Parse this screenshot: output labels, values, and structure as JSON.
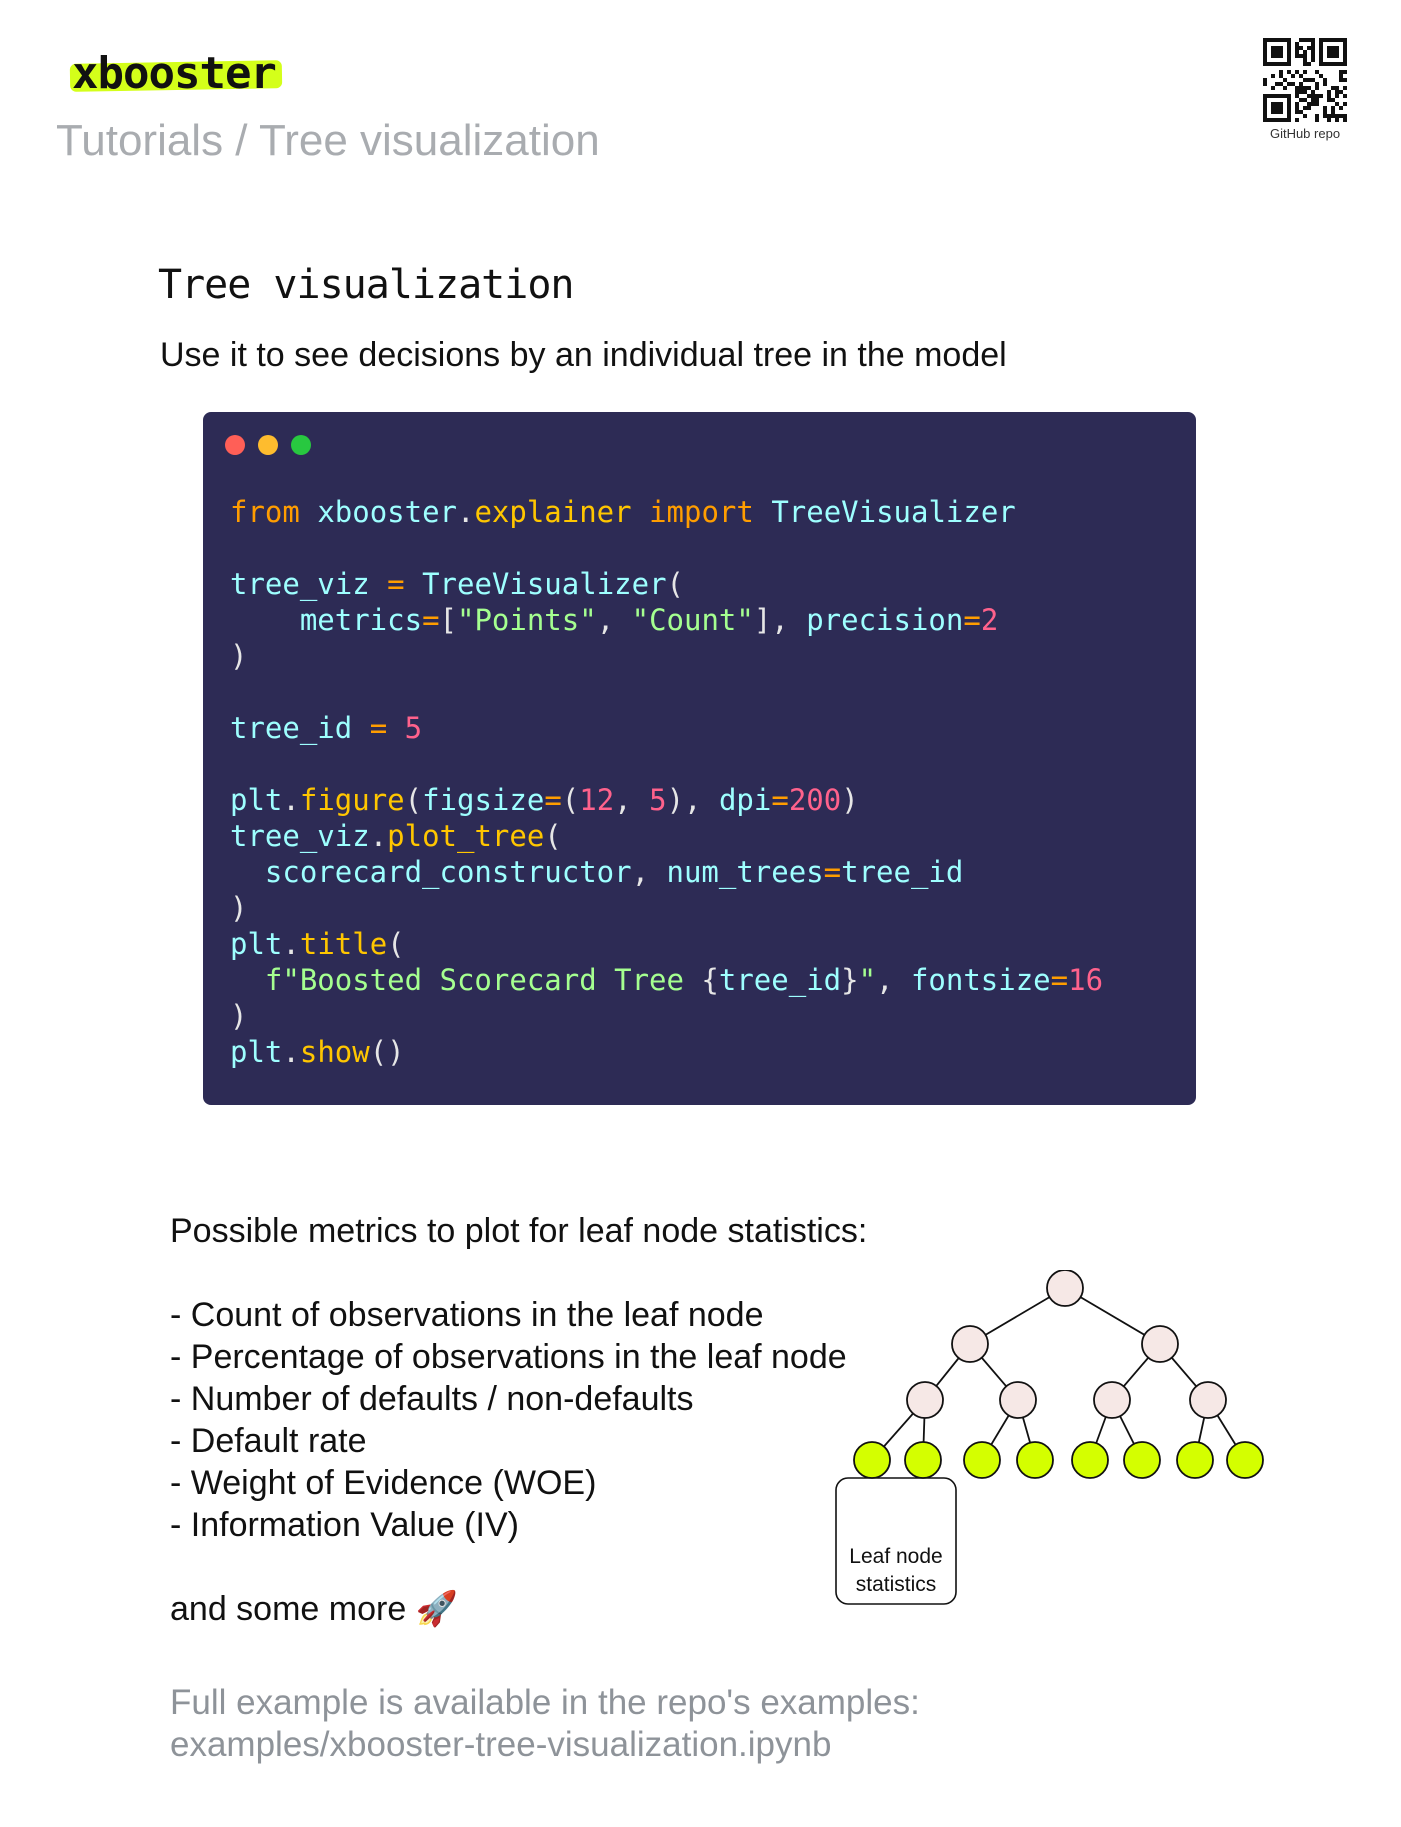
{
  "header": {
    "brand": "xbooster",
    "breadcrumb": "Tutorials / Tree visualization",
    "qr_label": "GitHub repo"
  },
  "title": "Tree visualization",
  "subtitle": "Use it to see decisions by an individual tree in the model",
  "code": {
    "lines": [
      [
        [
          "kw",
          "from"
        ],
        [
          "pu",
          " "
        ],
        [
          "id",
          "xbooster"
        ],
        [
          "pu",
          "."
        ],
        [
          "fn",
          "explainer"
        ],
        [
          "pu",
          " "
        ],
        [
          "kw",
          "import"
        ],
        [
          "pu",
          " "
        ],
        [
          "id",
          "TreeVisualizer"
        ]
      ],
      [],
      [
        [
          "id",
          "tree_viz"
        ],
        [
          "pu",
          " "
        ],
        [
          "op",
          "="
        ],
        [
          "pu",
          " "
        ],
        [
          "id",
          "TreeVisualizer"
        ],
        [
          "pu",
          "("
        ]
      ],
      [
        [
          "pu",
          "    "
        ],
        [
          "id",
          "metrics"
        ],
        [
          "op",
          "="
        ],
        [
          "pu",
          "["
        ],
        [
          "st",
          "\"Points\""
        ],
        [
          "pu",
          ", "
        ],
        [
          "st",
          "\"Count\""
        ],
        [
          "pu",
          "], "
        ],
        [
          "id",
          "precision"
        ],
        [
          "op",
          "="
        ],
        [
          "nu",
          "2"
        ]
      ],
      [
        [
          "pu",
          ")"
        ]
      ],
      [],
      [
        [
          "id",
          "tree_id"
        ],
        [
          "pu",
          " "
        ],
        [
          "op",
          "="
        ],
        [
          "pu",
          " "
        ],
        [
          "nu",
          "5"
        ]
      ],
      [],
      [
        [
          "id",
          "plt"
        ],
        [
          "pu",
          "."
        ],
        [
          "fn",
          "figure"
        ],
        [
          "pu",
          "("
        ],
        [
          "id",
          "figsize"
        ],
        [
          "op",
          "="
        ],
        [
          "pu",
          "("
        ],
        [
          "nu",
          "12"
        ],
        [
          "pu",
          ", "
        ],
        [
          "nu",
          "5"
        ],
        [
          "pu",
          "), "
        ],
        [
          "id",
          "dpi"
        ],
        [
          "op",
          "="
        ],
        [
          "nu",
          "200"
        ],
        [
          "pu",
          ")"
        ]
      ],
      [
        [
          "id",
          "tree_viz"
        ],
        [
          "pu",
          "."
        ],
        [
          "fn",
          "plot_tree"
        ],
        [
          "pu",
          "("
        ]
      ],
      [
        [
          "pu",
          "  "
        ],
        [
          "id",
          "scorecard_constructor"
        ],
        [
          "pu",
          ", "
        ],
        [
          "id",
          "num_trees"
        ],
        [
          "op",
          "="
        ],
        [
          "id",
          "tree_id"
        ]
      ],
      [
        [
          "pu",
          ")"
        ]
      ],
      [
        [
          "id",
          "plt"
        ],
        [
          "pu",
          "."
        ],
        [
          "fn",
          "title"
        ],
        [
          "pu",
          "("
        ]
      ],
      [
        [
          "pu",
          "  "
        ],
        [
          "st",
          "f\"Boosted Scorecard Tree "
        ],
        [
          "pu",
          "{"
        ],
        [
          "id",
          "tree_id"
        ],
        [
          "pu",
          "}"
        ],
        [
          "st",
          "\""
        ],
        [
          "pu",
          ", "
        ],
        [
          "id",
          "fontsize"
        ],
        [
          "op",
          "="
        ],
        [
          "nu",
          "16"
        ]
      ],
      [
        [
          "pu",
          ")"
        ]
      ],
      [
        [
          "id",
          "plt"
        ],
        [
          "pu",
          "."
        ],
        [
          "fn",
          "show"
        ],
        [
          "pu",
          "()"
        ]
      ]
    ]
  },
  "metrics": {
    "intro": "Possible metrics to plot for leaf node statistics:",
    "items": [
      "- Count of observations in the leaf node",
      "- Percentage of observations in the leaf node",
      "- Number of defaults / non-defaults",
      "- Default rate",
      "- Weight of Evidence (WOE)",
      "- Information Value (IV)"
    ],
    "outro": "and some more 🚀"
  },
  "tree": {
    "leaf_label_line1": "Leaf node",
    "leaf_label_line2": "statistics",
    "colors": {
      "internal_node": "#f6e8e6",
      "leaf_node": "#d4ff00",
      "stroke": "#111111"
    }
  },
  "footer": {
    "line1": "Full example is available in the repo's examples:",
    "line2": "examples/xbooster-tree-visualization.ipynb"
  },
  "colors": {
    "brand_highlight": "#d4ff1a",
    "code_background": "#2d2b55"
  }
}
